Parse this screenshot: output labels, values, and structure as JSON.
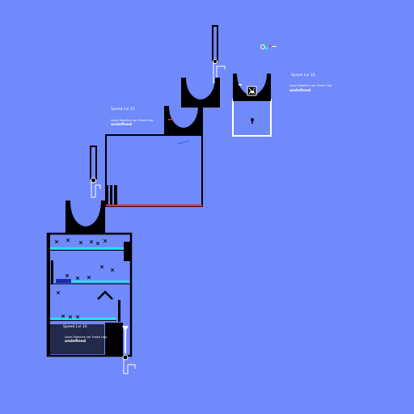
{
  "theme": {
    "background": "#7089fb",
    "ink": "#000000",
    "frame_white": "#ffffff",
    "cyan": "#26e6f0",
    "red_line": "#d43a3a",
    "blue_bar": "#1c2cb8",
    "panel_dark": "#222a4c",
    "label_text": "#ffffff"
  },
  "speed_panels": [
    {
      "id": "right",
      "title": "Speed Lvl 16",
      "subtitle": "Level Mainline ver Finish Hop",
      "value": "undefined"
    },
    {
      "id": "middle",
      "title": "Speed Lvl 15",
      "subtitle": "Level Mainline ver Finish Hop",
      "value": "undefined"
    },
    {
      "id": "bottom",
      "title": "Speed Lvl 16",
      "subtitle": "Level Mainline ver Finish Hop",
      "value": "undefined"
    }
  ],
  "icons": {
    "hud": "gear-cluster-icon",
    "player": "player-marker-icon",
    "keyhole": "keyhole-icon"
  }
}
